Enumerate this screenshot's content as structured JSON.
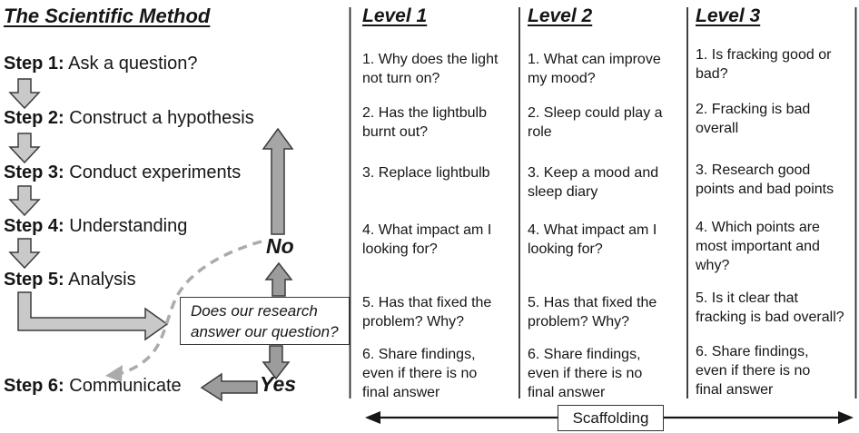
{
  "scientific_method": {
    "title": "The Scientific Method",
    "steps": [
      {
        "label": "Step 1:",
        "text": "Ask a question?"
      },
      {
        "label": "Step 2:",
        "text": "Construct a hypothesis"
      },
      {
        "label": "Step 3:",
        "text": "Conduct experiments"
      },
      {
        "label": "Step 4:",
        "text": "Understanding"
      },
      {
        "label": "Step 5:",
        "text": "Analysis"
      },
      {
        "label": "Step 6:",
        "text": "Communicate"
      }
    ],
    "decision_box": "Does our research\nanswer our question?",
    "no_label": "No",
    "yes_label": "Yes"
  },
  "levels": [
    {
      "title": "Level 1",
      "items": [
        "1. Why does the light\nnot turn on?",
        "2. Has the lightbulb\nburnt out?",
        "3. Replace lightbulb",
        "4. What impact am I\nlooking for?",
        "5. Has that fixed the\nproblem? Why?",
        "6. Share findings,\neven if there is no\nfinal answer"
      ]
    },
    {
      "title": "Level 2",
      "items": [
        "1. What can improve\nmy mood?",
        "2. Sleep could play a\nrole",
        "3. Keep a mood and\nsleep diary",
        "4. What impact am I\nlooking for?",
        "5. Has that fixed the\nproblem? Why?",
        "6. Share findings,\neven if there is no\nfinal answer"
      ]
    },
    {
      "title": "Level 3",
      "items": [
        "1. Is fracking good or\nbad?",
        "2. Fracking is bad\noverall",
        "3. Research good\npoints and bad points",
        "4. Which points are\nmost important and\nwhy?",
        "5. Is it clear that\nfracking is bad overall?",
        "6. Share findings,\neven if there is no\nfinal answer"
      ]
    }
  ],
  "scaffolding": {
    "label": "Scaffolding"
  },
  "colors": {
    "arrow_light": "#c9c9c9",
    "arrow_mid": "#a6a6a6",
    "arrow_dark": "#9c9c9c",
    "outline": "#3c3c3c",
    "dashed": "#ababab",
    "line": "#161616"
  }
}
